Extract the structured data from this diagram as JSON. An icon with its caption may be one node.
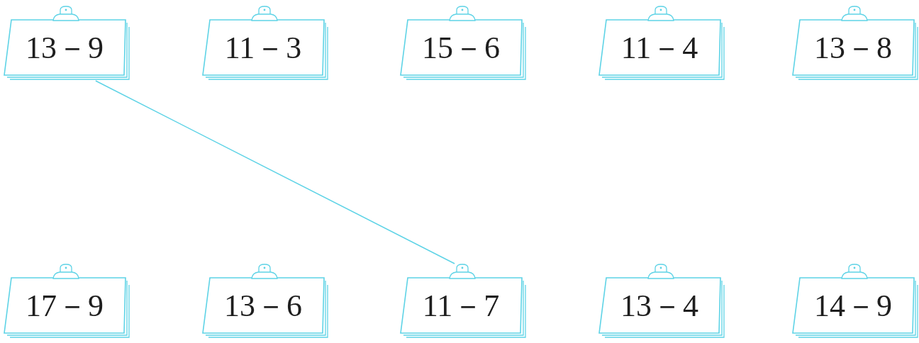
{
  "diagram": {
    "nodes": [
      {
        "text": [
          "13－9"
        ]
      },
      {
        "text": [
          "11－3"
        ]
      },
      {
        "text": [
          "15－6"
        ]
      },
      {
        "text": [
          "11－4"
        ]
      },
      {
        "text": [
          "13－8"
        ]
      },
      {
        "text": [
          "17－9"
        ]
      },
      {
        "text": [
          "13－6"
        ]
      },
      {
        "text": [
          "11－7"
        ]
      },
      {
        "text": [
          "13－4"
        ]
      },
      {
        "text": [
          "14－9"
        ]
      }
    ],
    "edges": [
      {
        "from": 0,
        "to": 7,
        "arrow": "none"
      }
    ]
  }
}
